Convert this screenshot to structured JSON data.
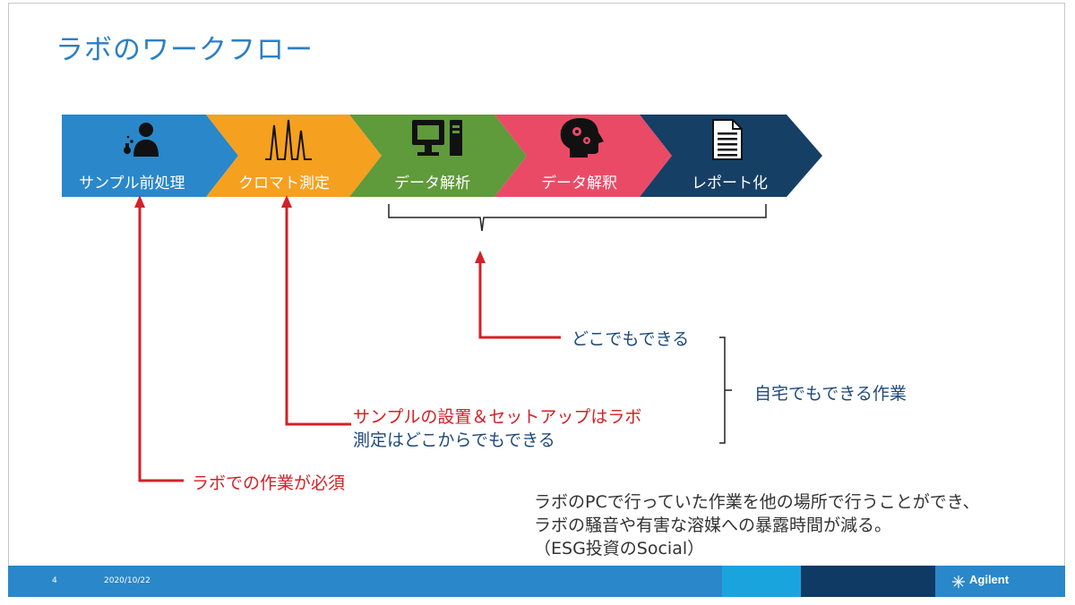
{
  "title": "ラボのワークフロー",
  "steps": [
    {
      "label": "サンプル前処理",
      "icon": "scientist-icon",
      "color": "#2a87c9"
    },
    {
      "label": "クロマト測定",
      "icon": "chromatogram-icon",
      "color": "#f5a01f"
    },
    {
      "label": "データ解析",
      "icon": "computer-icon",
      "color": "#5f9a3b"
    },
    {
      "label": "データ解釈",
      "icon": "brain-gears-icon",
      "color": "#eb4a67"
    },
    {
      "label": "レポート化",
      "icon": "document-icon",
      "color": "#163f66"
    }
  ],
  "annotations": {
    "anywhere": "どこでもできる",
    "setup_lab": "サンプルの設置＆セットアップはラボ",
    "measure_anywhere": "測定はどこからでもできる",
    "lab_required": "ラボでの作業が必須",
    "home_work": "自宅でもできる作業"
  },
  "note": {
    "line1": "ラボのPCで行っていた作業を他の場所で行うことができ、",
    "line2": "ラボの騒音や有害な溶媒への暴露時間が減る。",
    "line3": "（ESG投資のSocial）"
  },
  "footer": {
    "page": "4",
    "date": "2020/10/22",
    "logo": "Agilent"
  },
  "colors": {
    "accent_title": "#2c7fc3",
    "arrow_red": "#d42027",
    "text_navy": "#1f4a7a"
  }
}
